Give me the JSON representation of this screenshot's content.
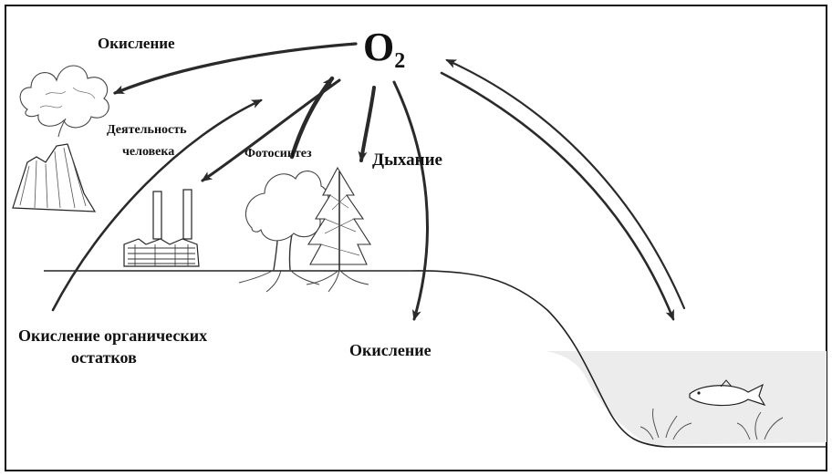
{
  "diagram": {
    "center": {
      "symbol": "O",
      "subscript": "2"
    },
    "labels": {
      "oxidation_top": "Окисление",
      "human_activity_line1": "Деятельность",
      "human_activity_line2": "человека",
      "photosynthesis": "Фотосинтез",
      "respiration": "Дыхание",
      "oxidation_organic_line1": "Окисление органических",
      "oxidation_organic_line2": "остатков",
      "oxidation_middle": "Окисление"
    },
    "colors": {
      "ink": "#111111",
      "arrow": "#2a2a2a",
      "water": "#ececec"
    },
    "icons": [
      "volcano-icon",
      "factory-icon",
      "deciduous-tree-icon",
      "spruce-tree-icon",
      "fish-icon",
      "water-plant-icon"
    ]
  }
}
